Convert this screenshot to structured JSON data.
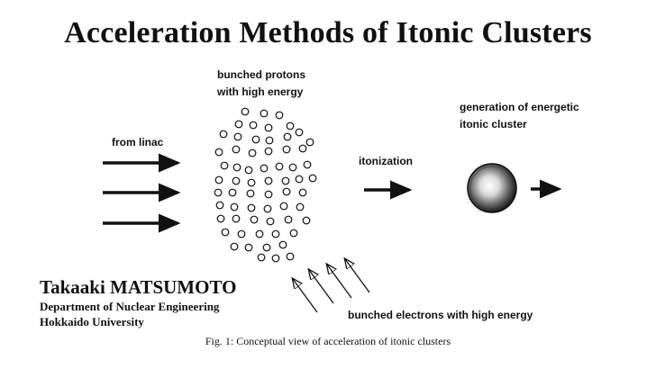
{
  "title": "Acceleration Methods of Itonic Clusters",
  "labels": {
    "protons_line1": "bunched protons",
    "protons_line2": "with high energy",
    "from_linac": "from linac",
    "itonization": "itonization",
    "generation_line1": "generation of energetic",
    "generation_line2": "itonic cluster",
    "electrons": "bunched electrons with high energy"
  },
  "author": {
    "name": "Takaaki MATSUMOTO",
    "department": "Department of Nuclear Engineering",
    "university": "Hokkaido University"
  },
  "caption": "Fig. 1: Conceptual view of acceleration of itonic clusters"
}
